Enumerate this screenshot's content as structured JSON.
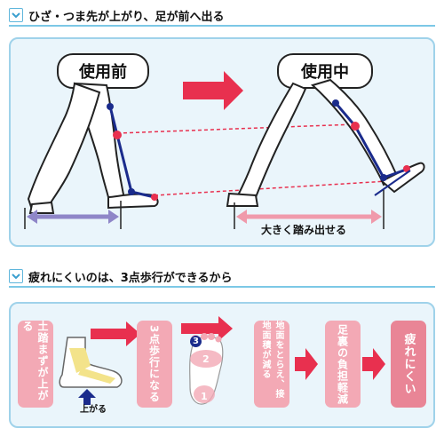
{
  "section1": {
    "title": "ひざ・つま先が上がり、足が前へ出る",
    "before_label": "使用前",
    "during_label": "使用中",
    "stride_caption": "大きく踏み出せる"
  },
  "section2": {
    "title": "疲れにくいのは、3点歩行ができるから",
    "step1": "土踏まずが上がる",
    "lift_label": "上がる",
    "step2": "3点歩行になる",
    "point1": "1",
    "point2": "2",
    "point3": "3",
    "step3": "地面をとらえ、接地面積が減る",
    "step4": "足裏の負担軽減",
    "step5": "疲れにくい"
  },
  "colors": {
    "accent_blue": "#7cc8e6",
    "panel_bg": "#eaf5fb",
    "arrow_red": "#e8304f",
    "pink_box": "#f3a9b5",
    "leg_blue": "#1a2b8c",
    "stride_purple": "#8f86c8",
    "stride_pink": "#f09aab"
  }
}
